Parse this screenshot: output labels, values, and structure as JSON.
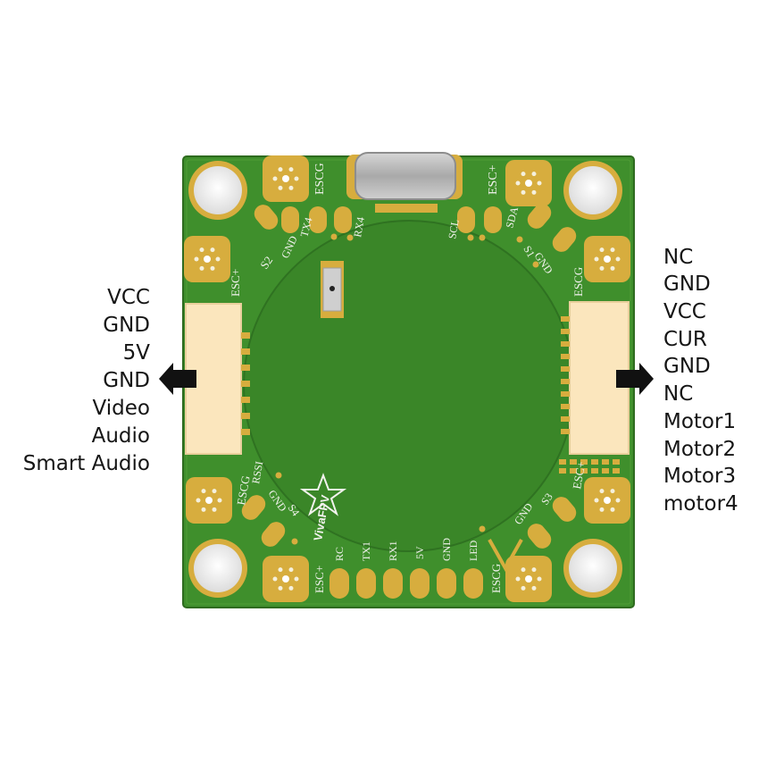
{
  "left_connector": {
    "pins": [
      "VCC",
      "GND",
      "5V",
      "GND",
      "Video",
      "Audio",
      "Smart Audio"
    ]
  },
  "right_connector": {
    "pins": [
      "NC",
      "GND",
      "VCC",
      "CUR",
      "GND",
      "NC",
      "Motor1",
      "Motor2",
      "Motor3",
      "motor4"
    ]
  },
  "board": {
    "logo": "VivaFPV",
    "silkscreen": {
      "escg_top": "ESCG",
      "escplus_top": "ESC+",
      "escplus_tl": "ESC+",
      "s2": "S2",
      "gnd_tl": "GND",
      "tx4": "TX4",
      "rx4": "RX4",
      "scl": "SCL",
      "sda": "SDA",
      "s1": "S1",
      "gnd_tr": "GND",
      "escg_tr": "ESCG",
      "escg_bl": "ESCG",
      "rssi": "RSSI",
      "gnd_bl": "GND",
      "s4": "S4",
      "escplus_bl": "ESC+",
      "rc": "RC",
      "tx1": "TX1",
      "rx1": "RX1",
      "fivev": "5V",
      "gnd_bottom": "GND",
      "led": "LED",
      "escg_br": "ESCG",
      "gnd_br": "GND",
      "s3": "S3",
      "escplus_br": "ESC+"
    }
  },
  "colors": {
    "pcb": "#3f8f2c",
    "pcb_edge": "#2e6b1f",
    "pad_gold": "#d7ad3e",
    "connector_body": "#fbe6bd",
    "mount_hole": "#f2f2f2",
    "arrow": "#111111"
  }
}
